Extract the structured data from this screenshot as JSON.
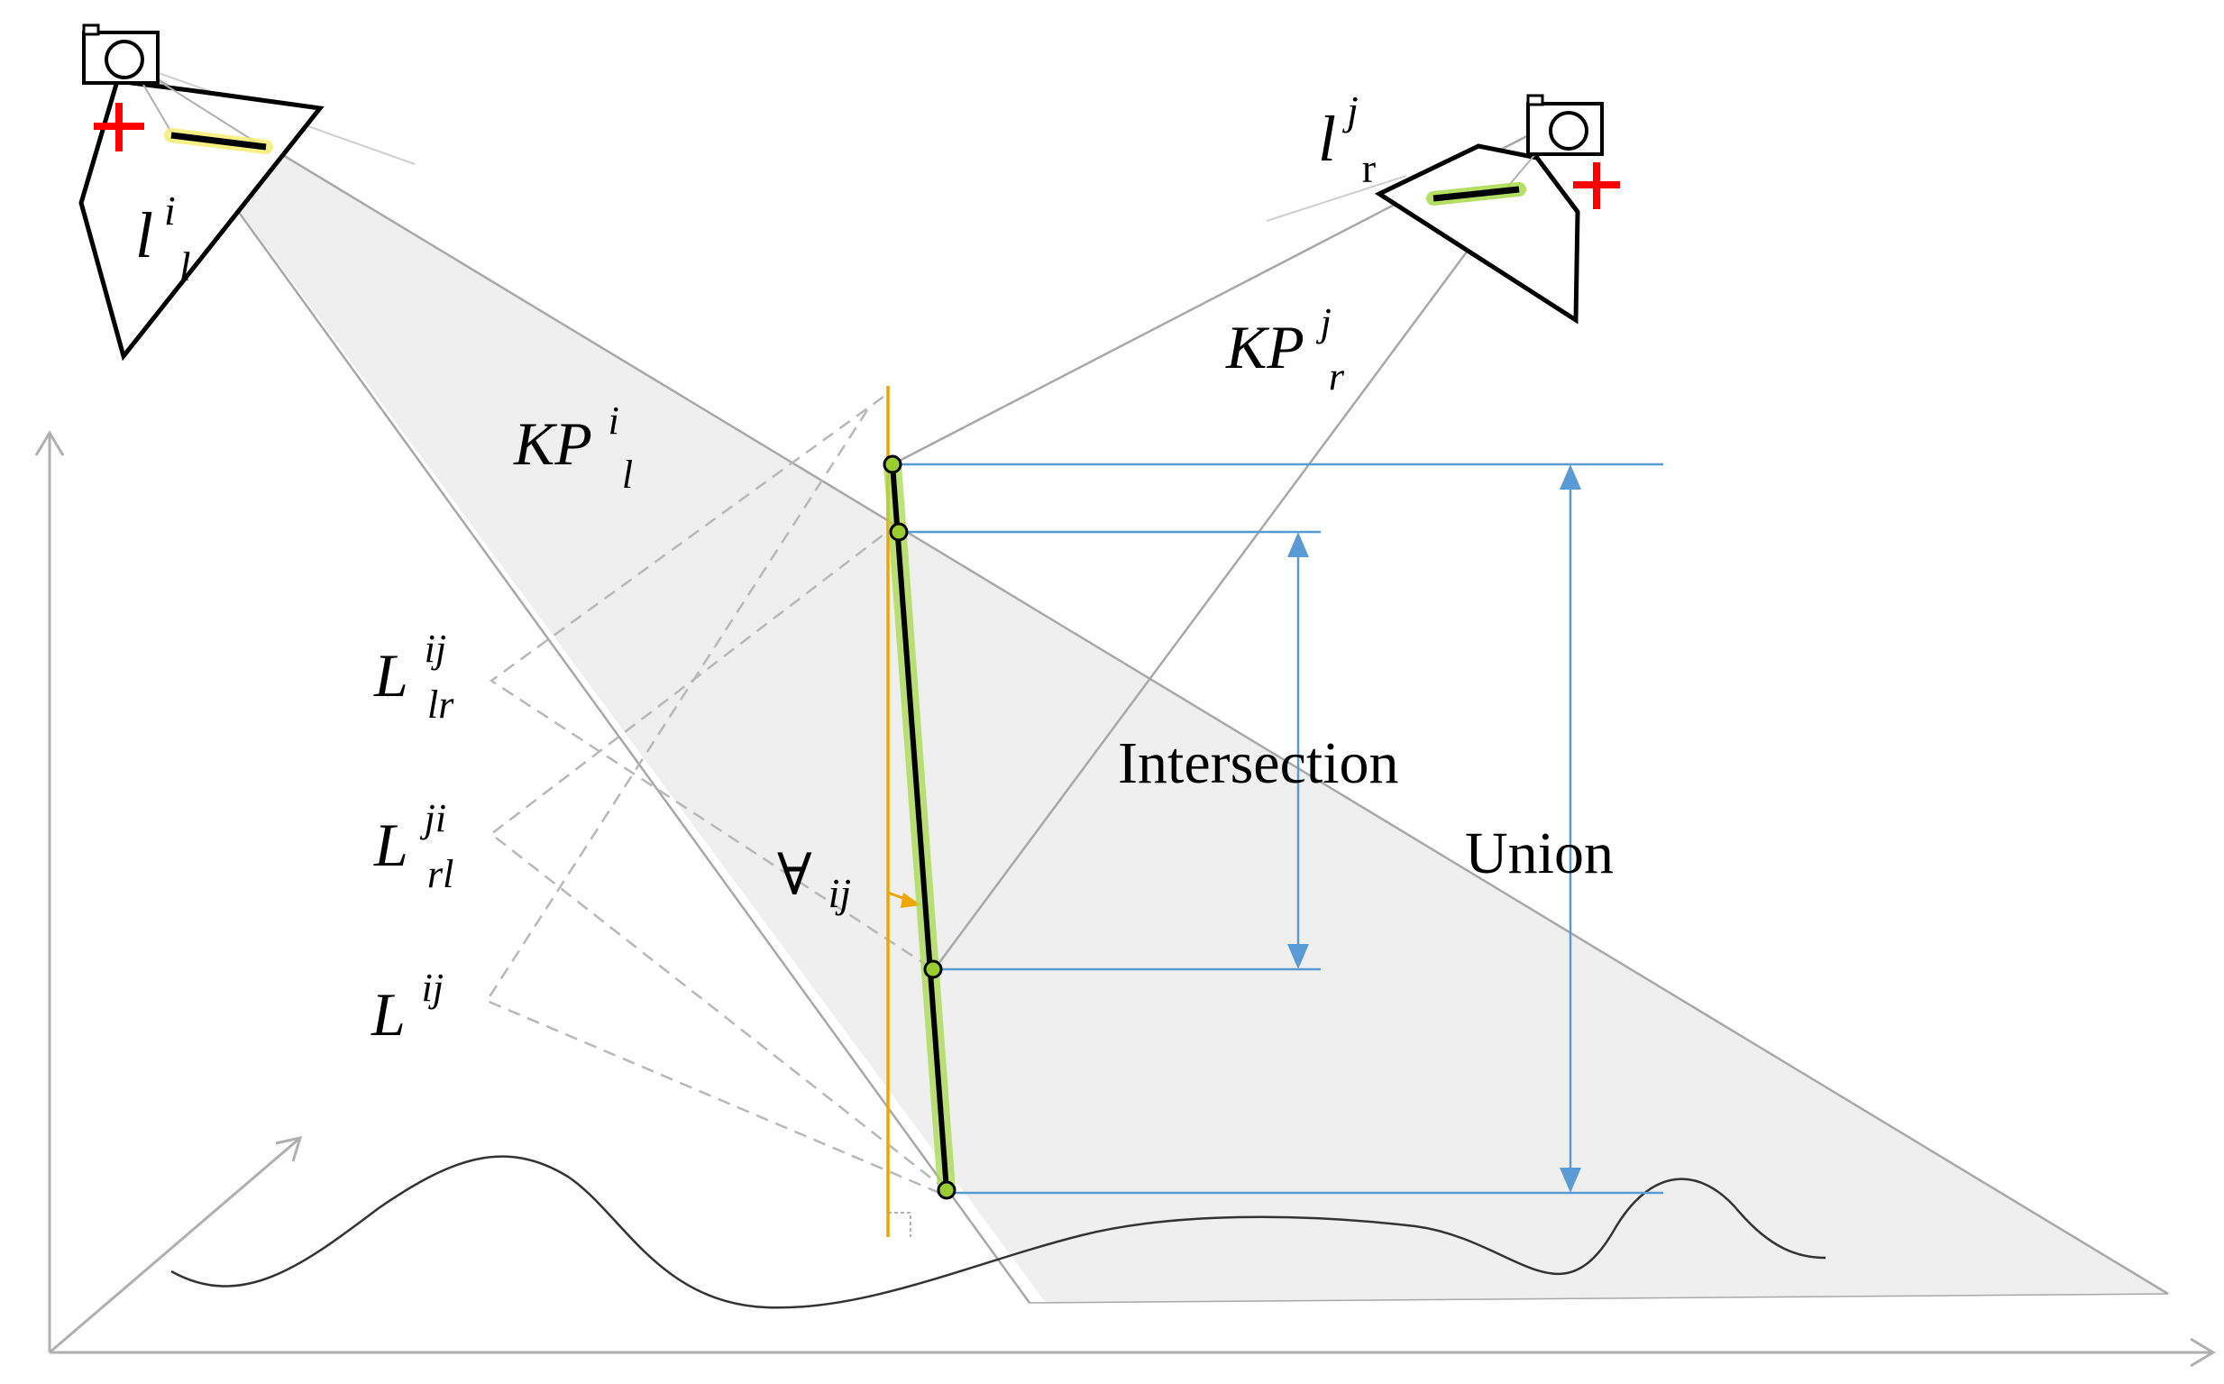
{
  "labels": {
    "left_line": {
      "base": "l",
      "sup": "i",
      "sub": "l"
    },
    "right_line": {
      "base": "l",
      "sup": "j",
      "sub": "r"
    },
    "left_plane": {
      "base": "KP",
      "sup": "i",
      "sub": "l"
    },
    "right_plane": {
      "base": "KP",
      "sup": "j",
      "sub": "r"
    },
    "L_lr": {
      "base": "L",
      "sup": "ij",
      "sub": "lr"
    },
    "L_rl": {
      "base": "L",
      "sup": "ji",
      "sub": "rl"
    },
    "L": {
      "base": "L",
      "sup": "ij",
      "sub": ""
    },
    "angle": {
      "base": "∀",
      "sub": "ij"
    },
    "intersection": "Intersection",
    "union": "Union"
  },
  "colors": {
    "plane_fill": "#efefef",
    "plane_edge": "#a8a8a8",
    "measure_line": "#5b9bd5",
    "vertical_ref": "#f0a500",
    "segment": "#000000",
    "glow": "#a8d94a",
    "camera_marker": "#ff0000",
    "dashed": "#b8b8b8",
    "axis": "#b0b0b0",
    "terrain": "#333333"
  },
  "icons": {
    "left_camera": "camera-icon",
    "right_camera": "camera-icon"
  }
}
